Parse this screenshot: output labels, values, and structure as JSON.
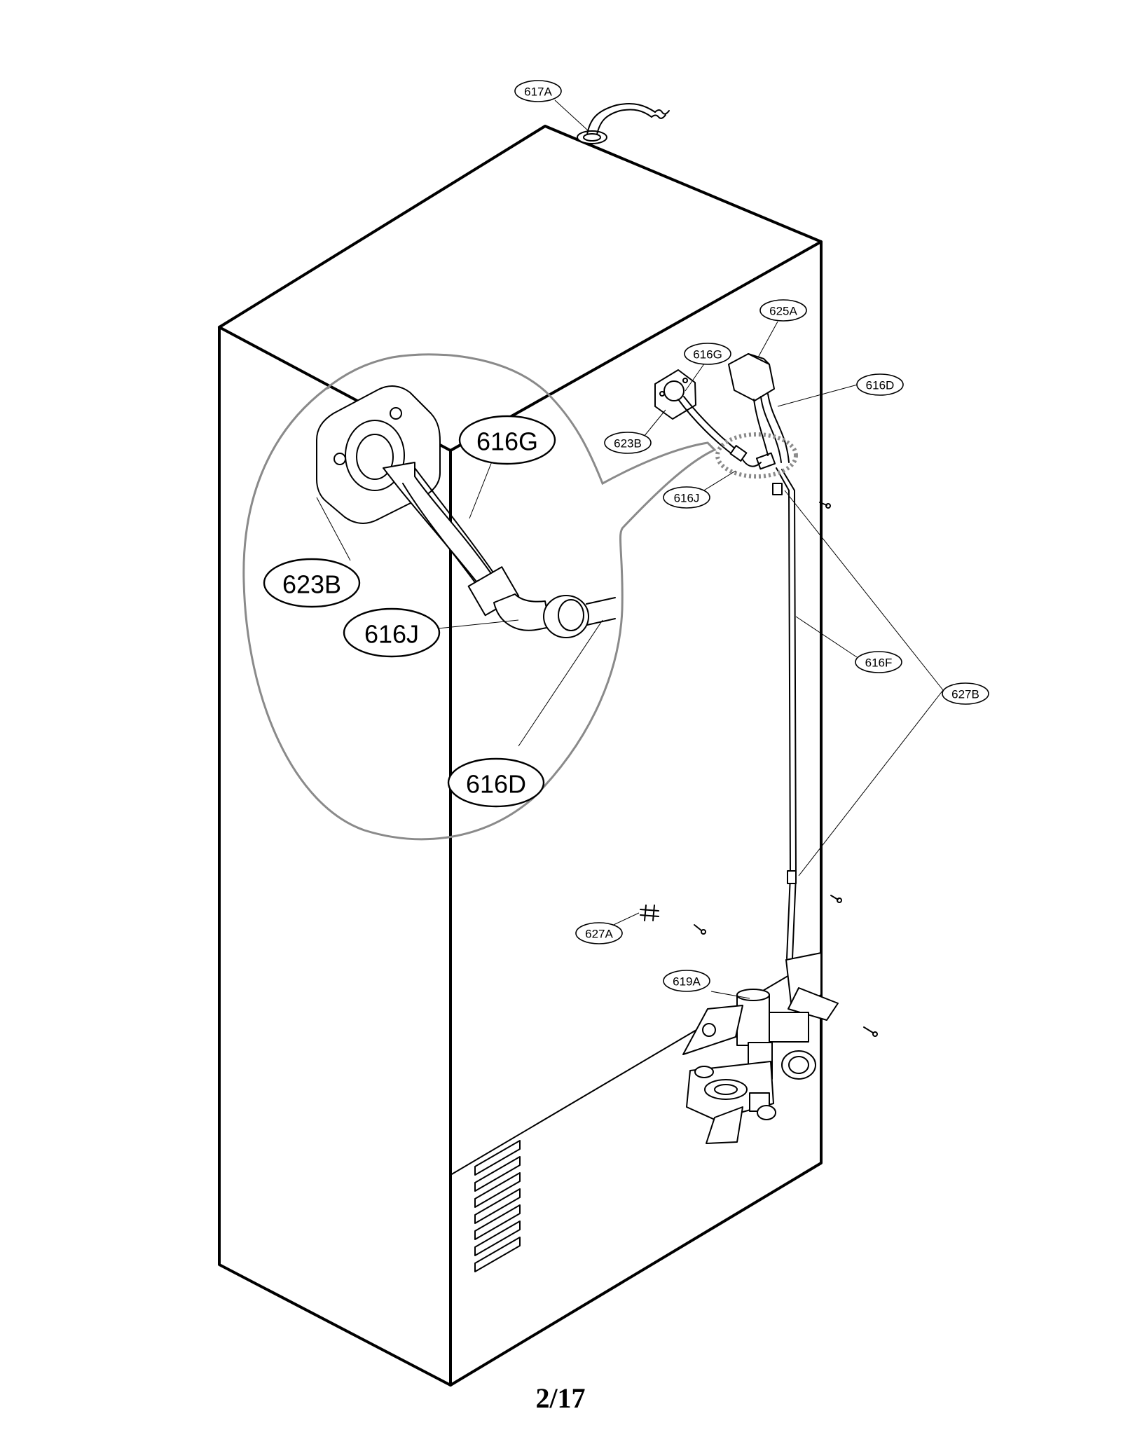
{
  "callouts": {
    "c617A": "617A",
    "c625A": "625A",
    "c616G": "616G",
    "c616D": "616D",
    "c623B": "623B",
    "c616J": "616J",
    "c616F": "616F",
    "c627B": "627B",
    "c627A": "627A",
    "c619A": "619A"
  },
  "detail_callouts": {
    "c616G": "616G",
    "c623B": "623B",
    "c616J": "616J",
    "c616D": "616D"
  },
  "page_number": "2/17"
}
